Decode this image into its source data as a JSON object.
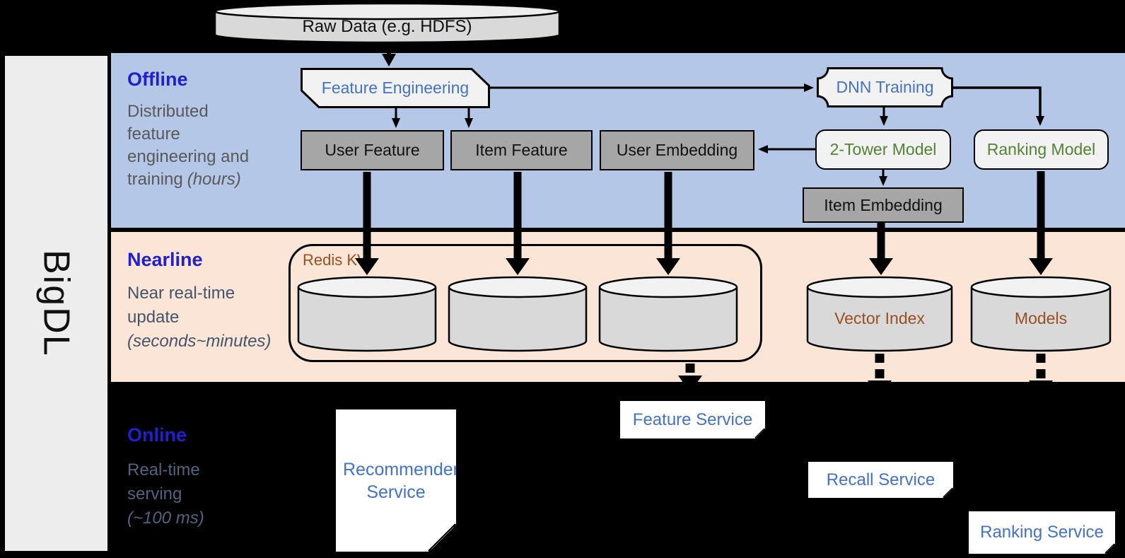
{
  "brand": "BigDL",
  "raw_data": {
    "label": "Raw Data (e.g. HDFS)"
  },
  "sections": {
    "offline": {
      "title": "Offline",
      "desc_lines": [
        "Distributed",
        "feature",
        "engineering and",
        "training"
      ],
      "time": "(hours)"
    },
    "nearline": {
      "title": "Nearline",
      "desc_lines": [
        "Near real-time",
        "update"
      ],
      "time": "(seconds~minutes)"
    },
    "online": {
      "title": "Online",
      "desc_lines": [
        "Real-time",
        "serving"
      ],
      "time": "(~100 ms)"
    }
  },
  "nodes": {
    "feature_engineering": "Feature Engineering",
    "dnn_training": "DNN Training",
    "user_feature": "User Feature",
    "item_feature": "Item Feature",
    "user_embedding": "User Embedding",
    "two_tower_model": "2-Tower Model",
    "ranking_model": "Ranking Model",
    "item_embedding": "Item Embedding",
    "redis_kv": "Redis KV",
    "vector_index": "Vector Index",
    "models": "Models",
    "recommender_service": "Recommender Service",
    "feature_service": "Feature Service",
    "recall_service": "Recall Service",
    "ranking_service": "Ranking Service"
  },
  "colors": {
    "background": "#000000",
    "offline_band": "#b4c7e7",
    "nearline_band": "#fbe5d6",
    "bigdl_bar": "#ededed",
    "heading_blue": "#2020cc",
    "node_blue_text": "#4472c4",
    "node_green_text": "#548235",
    "storage_brown_text": "#9a4f21",
    "offline_desc_gray": "#595959",
    "timing_slate": "#44546a",
    "dark_box_fill": "#a6a6a6",
    "light_shape_fill": "#f2f2f2",
    "cylinder_fill": "#d9d9d9"
  }
}
